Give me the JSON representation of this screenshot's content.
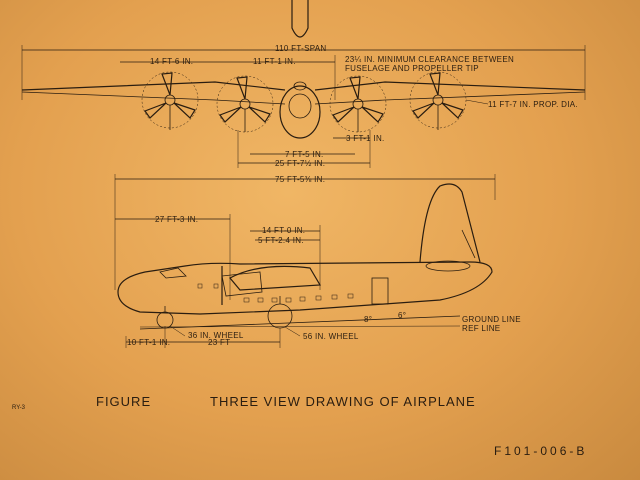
{
  "top_view": {
    "span_label": "110 FT-SPAN",
    "outer_engine_spacing": "14 FT-6 IN.",
    "inner_engine_spacing": "11 FT-1 IN.",
    "clearance_line1": "23¼ IN. MINIMUM CLEARANCE BETWEEN",
    "clearance_line2": "FUSELAGE AND PROPELLER TIP",
    "prop_dia": "11 FT-7 IN. PROP. DIA.",
    "dim_3ft1": "3 FT-1 IN.",
    "dim_7ft5": "7 FT-5 IN.",
    "dim_25ft7": "25 FT-7½ IN."
  },
  "side_view": {
    "length": "75 FT-5⅜ IN.",
    "dim_27ft3": "27 FT-3 IN.",
    "dim_14ft0": "14 FT-0 IN.",
    "dim_5ft2": "5 FT-2.4 IN.",
    "angle_8": "8°",
    "angle_6": "6°",
    "ground_line": "GROUND LINE",
    "ref_line": "REF LINE",
    "wheel_36": "36 IN. WHEEL",
    "wheel_56": "56 IN. WHEEL",
    "dim_10ft1": "10 FT-1 IN.",
    "dim_23ft": "23 FT"
  },
  "caption": {
    "small_ref": "RY-3",
    "figure_label": "FIGURE",
    "title": "THREE VIEW DRAWING OF AIRPLANE",
    "drawing_number": "F101-006-B"
  },
  "colors": {
    "paper": "#e8a655",
    "ink": "#2a1d10"
  }
}
